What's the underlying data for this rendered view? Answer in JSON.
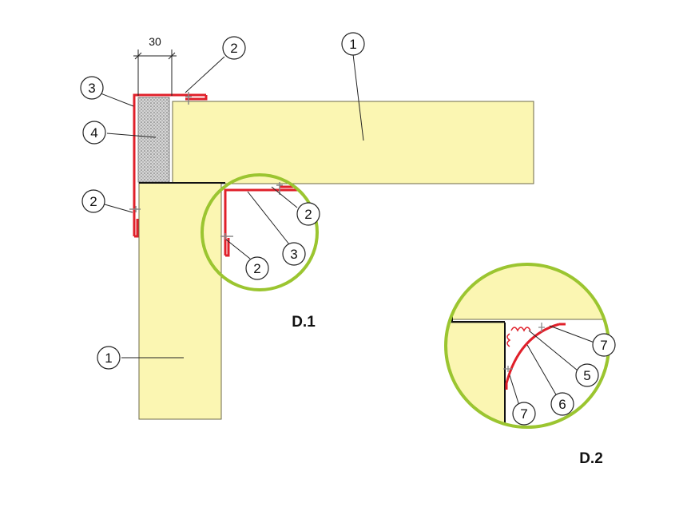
{
  "dimension": {
    "label": "30"
  },
  "callouts": {
    "main_panel_top": "1",
    "main_panel_left": "1",
    "flashing_top": "2",
    "flashing_left": "2",
    "corner_trim": "3",
    "filler": "4",
    "d1_flashing_top": "2",
    "d1_trim": "3",
    "d1_flashing_bottom": "2",
    "d2_seal": "5",
    "d2_profile": "6",
    "d2_flashing_top": "7",
    "d2_flashing_bottom": "7"
  },
  "details": {
    "d1": "D.1",
    "d2": "D.2"
  },
  "colors": {
    "panel_fill": "#fbf6b2",
    "panel_stroke": "#6d6a4a",
    "trim_red": "#e0202a",
    "detail_ring": "#9bc530",
    "filler_grey": "#9a9a9a"
  }
}
